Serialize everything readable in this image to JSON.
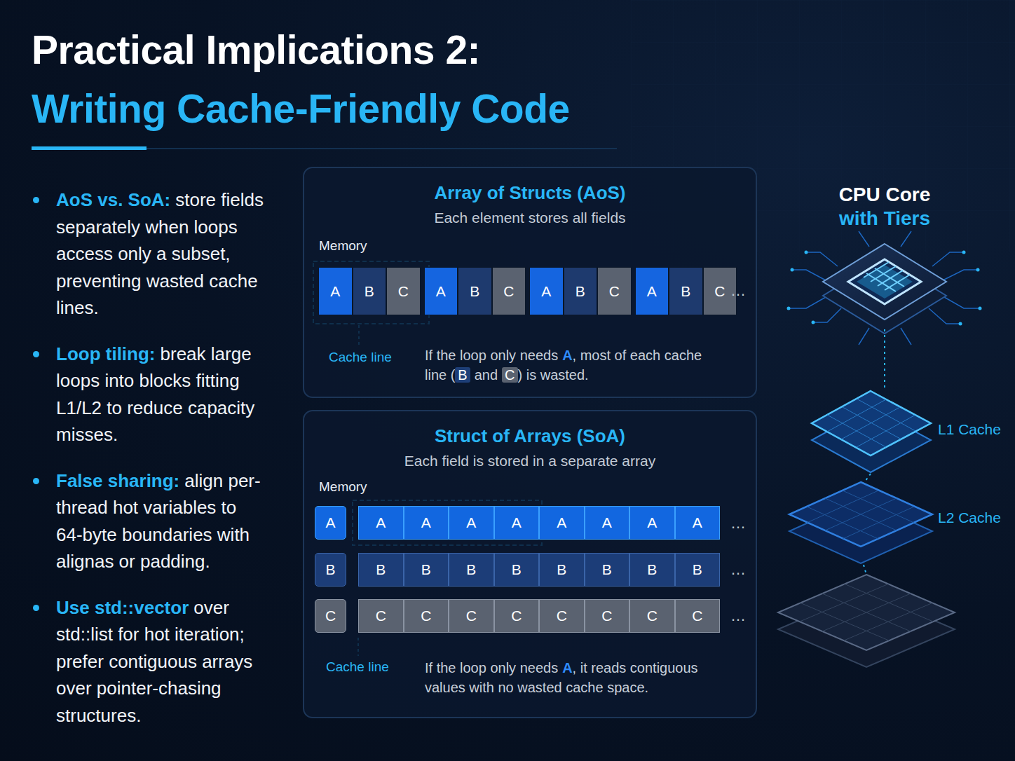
{
  "diagram": {
    "title": "Practical Implications 2:",
    "nodes": [
      {
        "text": [
          "Array of Structs (AoS)",
          "Each element stores all fields"
        ]
      },
      {
        "text": [
          "A"
        ],
        "in": 0
      },
      {
        "text": [
          "B"
        ],
        "in": 0
      },
      {
        "text": [
          "C"
        ],
        "in": 0
      },
      {
        "text": [
          "A"
        ],
        "in": 0
      },
      {
        "text": [
          "B"
        ],
        "in": 0
      },
      {
        "text": [
          "C"
        ],
        "in": 0
      },
      {
        "text": [
          "A"
        ],
        "in": 0
      },
      {
        "text": [
          "B"
        ],
        "in": 0
      },
      {
        "text": [
          "C"
        ],
        "in": 0
      },
      {
        "text": [
          "A"
        ],
        "in": 0
      },
      {
        "text": [
          "B"
        ],
        "in": 0
      },
      {
        "text": [
          "C"
        ],
        "in": 0
      },
      {
        "text": [
          "Struct of Arrays (SoA)",
          "Each field is stored in a separate array"
        ]
      },
      {
        "text": [
          "A"
        ],
        "in": 13
      },
      {
        "text": [
          "A"
        ],
        "in": 13
      },
      {
        "text": [
          "A"
        ],
        "in": 13
      },
      {
        "text": [
          "A"
        ],
        "in": 13
      },
      {
        "text": [
          "A"
        ],
        "in": 13
      },
      {
        "text": [
          "A"
        ],
        "in": 13
      },
      {
        "text": [
          "A"
        ],
        "in": 13
      },
      {
        "text": [
          "A"
        ],
        "in": 13
      },
      {
        "text": [
          "A"
        ],
        "in": 13
      },
      {
        "text": [
          "B"
        ],
        "in": 13
      },
      {
        "text": [
          "B"
        ],
        "in": 13
      },
      {
        "text": [
          "B"
        ],
        "in": 13
      },
      {
        "text": [
          "B"
        ],
        "in": 13
      },
      {
        "text": [
          "B"
        ],
        "in": 13
      },
      {
        "text": [
          "B"
        ],
        "in": 13
      },
      {
        "text": [
          "B"
        ],
        "in": 13
      },
      {
        "text": [
          "B"
        ],
        "in": 13
      },
      {
        "text": [
          "B"
        ],
        "in": 13
      },
      {
        "text": [
          "C"
        ],
        "in": 13
      },
      {
        "text": [
          "C"
        ],
        "in": 13
      },
      {
        "text": [
          "C"
        ],
        "in": 13
      },
      {
        "text": [
          "C"
        ],
        "in": 13
      },
      {
        "text": [
          "C"
        ],
        "in": 13
      },
      {
        "text": [
          "C"
        ],
        "in": 13
      },
      {
        "text": [
          "C"
        ],
        "in": 13
      },
      {
        "text": [
          "C"
        ],
        "in": 13
      },
      {
        "text": [
          "C"
        ],
        "in": 13
      }
    ],
    "labels": [
      "Writing Cache-Friendly Code",
      "AoS vs. SoA:",
      "store fields separately when loops access only a subset, preventing wasted cache lines.",
      "Loop tiling:",
      "break large loops into blocks fitting L1/L2 to reduce capacity misses.",
      "False sharing:",
      "align per-thread hot variables to 64-byte boundaries with alignas or padding.",
      "Use std::vector",
      "over std::list for hot iteration; prefer contiguous arrays over pointer-chasing structures.",
      "Memory",
      "…",
      "Cache line",
      "If the loop only needs",
      "A",
      ", most of each cache line (",
      "B",
      "and",
      "C",
      ") is wasted.",
      "Memory",
      "…",
      "…",
      "…",
      "Cache line",
      "If the loop only needs",
      "A",
      ", it reads contiguous values with no wasted cache space.",
      "CPU Core",
      "with Tiers",
      "L1 Cache",
      "L2 Cache"
    ]
  }
}
